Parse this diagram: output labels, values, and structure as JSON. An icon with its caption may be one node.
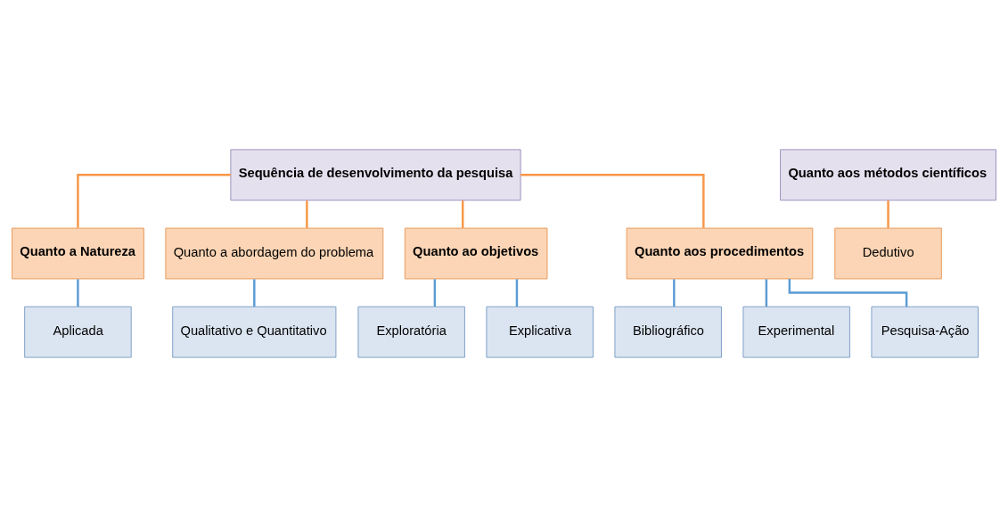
{
  "diagram": {
    "nodes": [
      {
        "text": [
          "Sequência de desenvolvimento da pesquisa"
        ]
      },
      {
        "text": [
          "Quanto aos métodos científicos"
        ]
      },
      {
        "text": [
          "Quanto a Natureza"
        ]
      },
      {
        "text": [
          "Quanto a abordagem do problema"
        ]
      },
      {
        "text": [
          "Quanto ao objetivos"
        ]
      },
      {
        "text": [
          "Quanto aos procedimentos"
        ]
      },
      {
        "text": [
          "Dedutivo"
        ]
      },
      {
        "text": [
          "Aplicada"
        ]
      },
      {
        "text": [
          "Qualitativo e Quantitativo"
        ]
      },
      {
        "text": [
          "Exploratória"
        ]
      },
      {
        "text": [
          "Explicativa"
        ]
      },
      {
        "text": [
          "Bibliográfico"
        ]
      },
      {
        "text": [
          "Experimental"
        ]
      },
      {
        "text": [
          "Pesquisa-Ação"
        ]
      }
    ],
    "edges": [
      {
        "from": 0,
        "to": 2,
        "arrow": "none",
        "color": "#f79646"
      },
      {
        "from": 0,
        "to": 3,
        "arrow": "none",
        "color": "#f79646"
      },
      {
        "from": 0,
        "to": 4,
        "arrow": "none",
        "color": "#f79646"
      },
      {
        "from": 0,
        "to": 5,
        "arrow": "none",
        "color": "#f79646"
      },
      {
        "from": 1,
        "to": 6,
        "arrow": "none",
        "color": "#f79646"
      },
      {
        "from": 2,
        "to": 7,
        "arrow": "none"
      },
      {
        "from": 3,
        "to": 8,
        "arrow": "none"
      },
      {
        "from": 4,
        "to": 9,
        "arrow": "none"
      },
      {
        "from": 4,
        "to": 10,
        "arrow": "none"
      },
      {
        "from": 5,
        "to": 11,
        "arrow": "none"
      },
      {
        "from": 5,
        "to": 12,
        "arrow": "none"
      },
      {
        "from": 5,
        "to": 13,
        "arrow": "none"
      }
    ]
  }
}
